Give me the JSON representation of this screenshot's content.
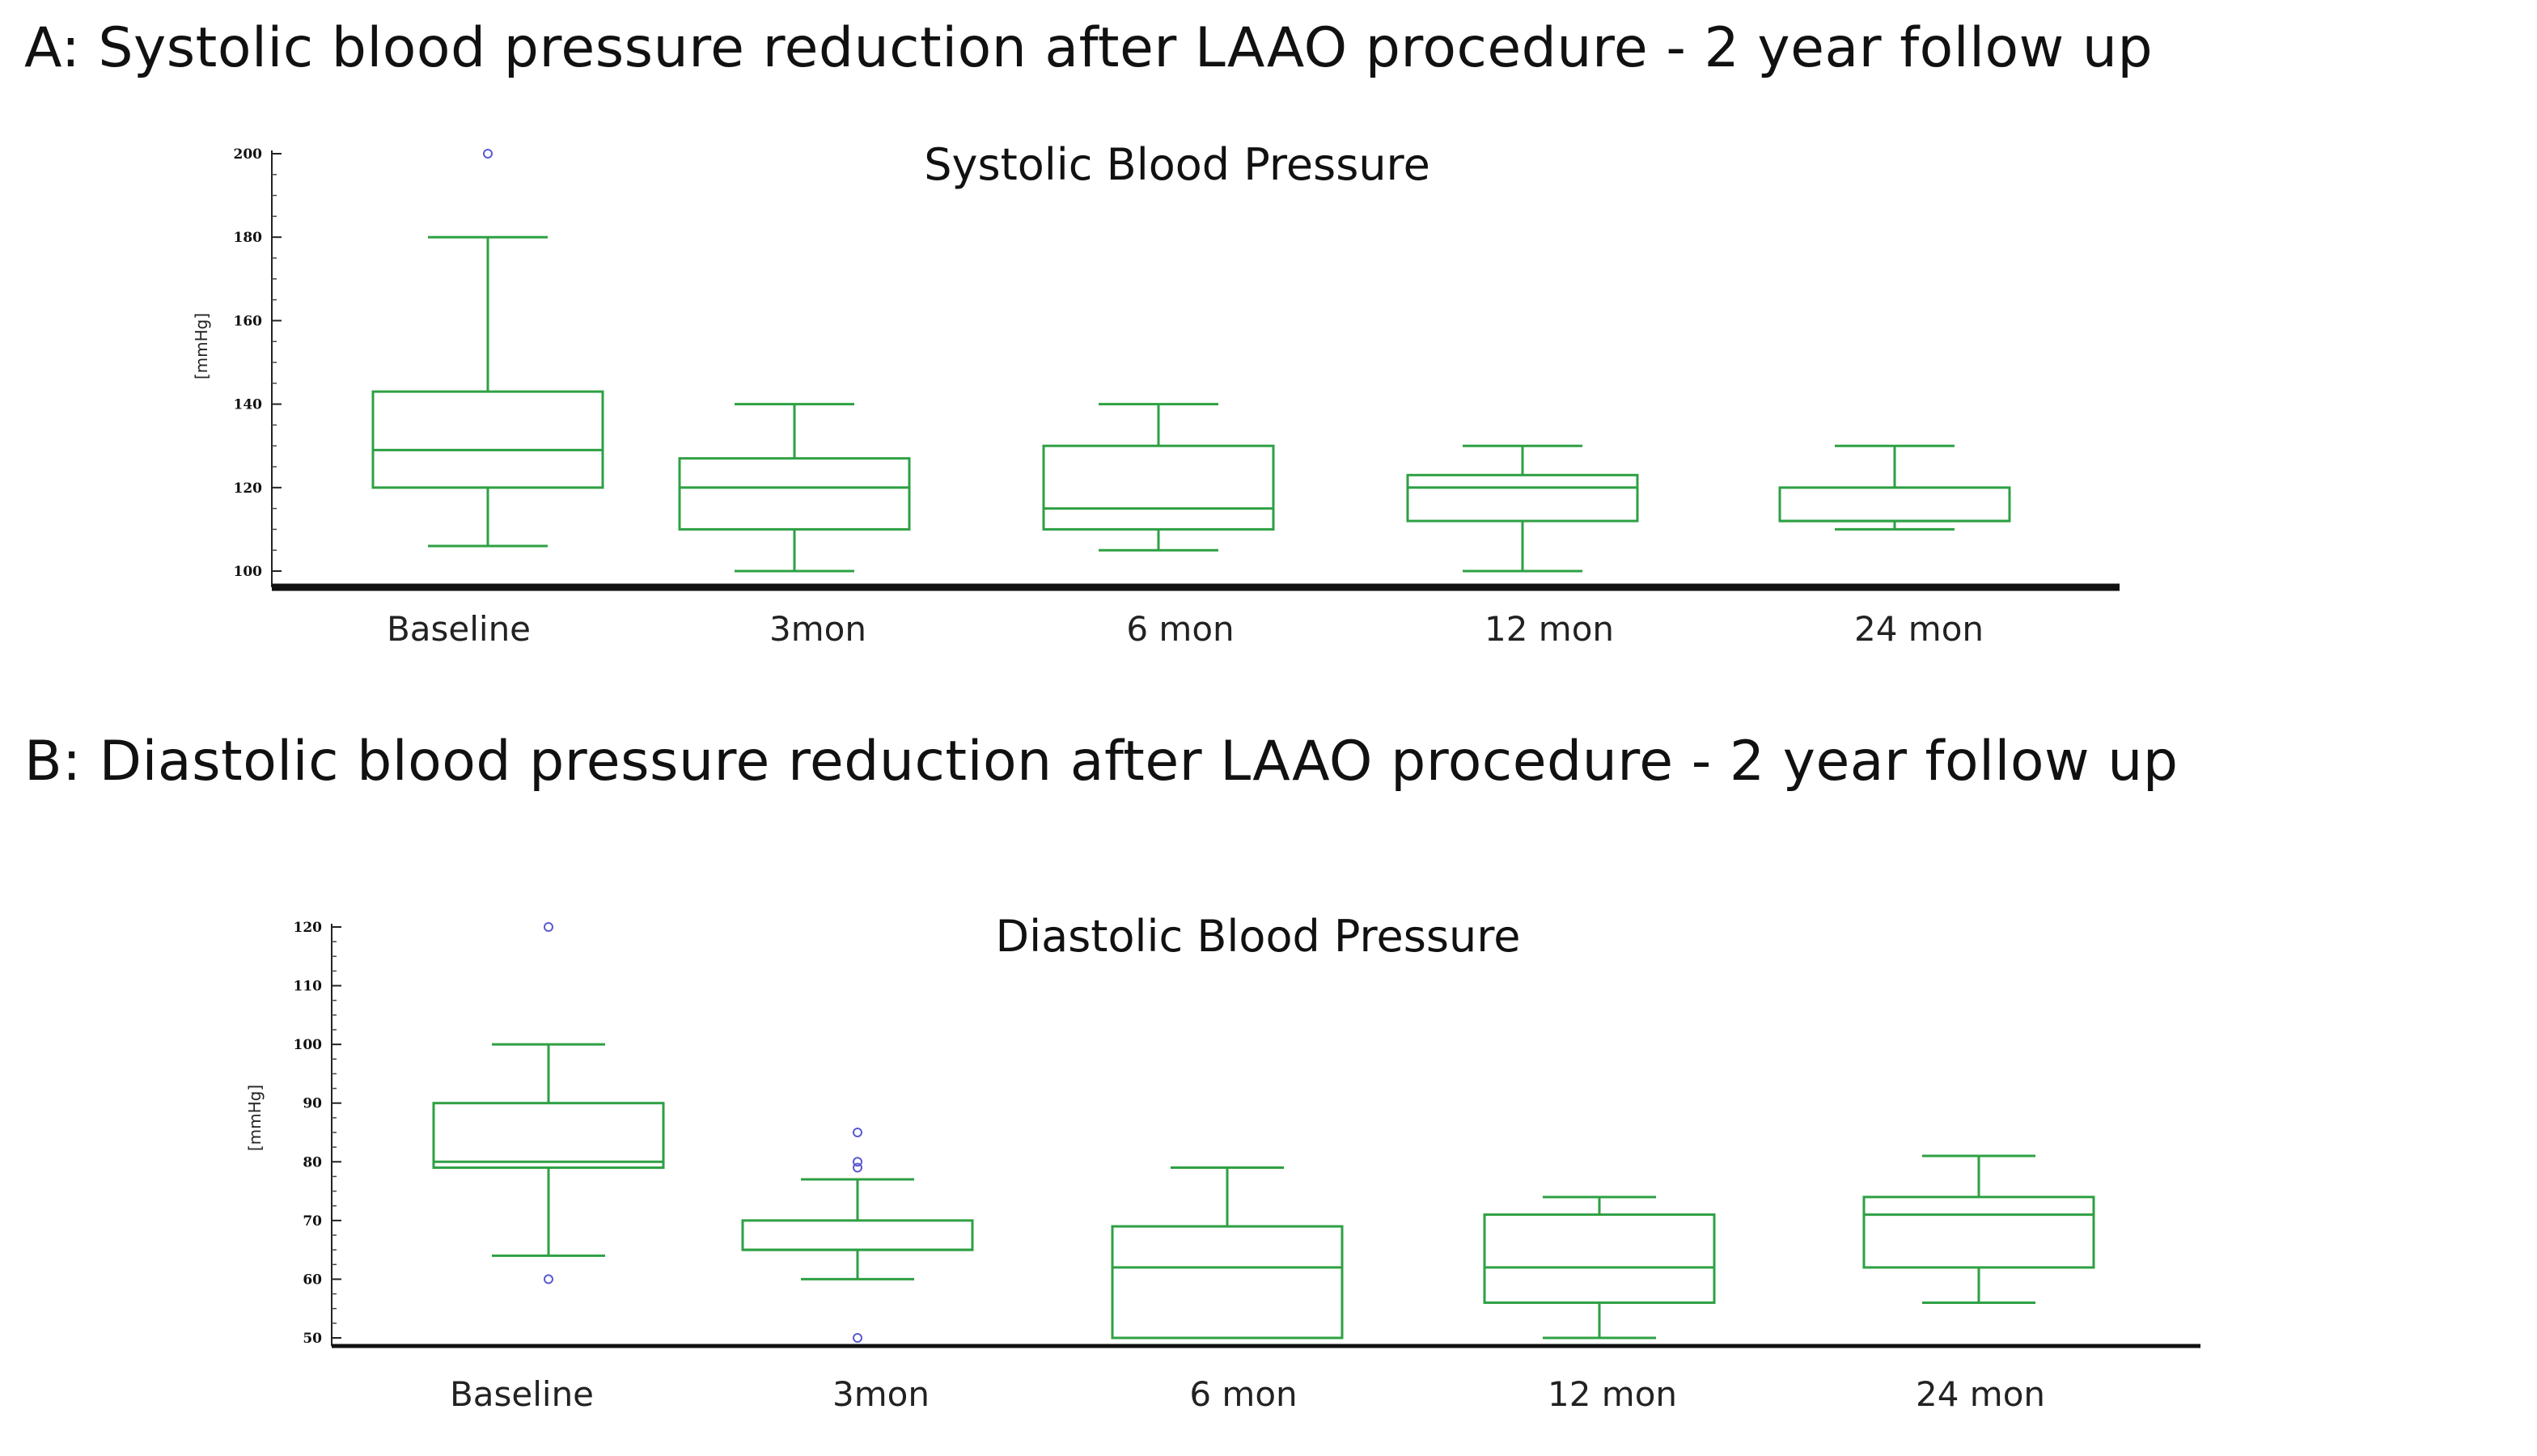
{
  "panels": [
    {
      "heading": "A: Systolic blood pressure reduction after LAAO procedure - 2 year follow up"
    },
    {
      "heading": "B: Diastolic blood pressure reduction after LAAO procedure - 2 year follow up"
    }
  ],
  "chart_data": [
    {
      "type": "box",
      "title": "Systolic Blood Pressure",
      "ylabel": "[mmHg]",
      "xlabel": "",
      "ylim": [
        100,
        200
      ],
      "yticks": [
        100,
        120,
        140,
        160,
        180,
        200
      ],
      "ytick_labels": [
        "100",
        "120",
        "140",
        "160",
        "180",
        "200"
      ],
      "categories": [
        "Baseline",
        "3mon",
        "6 mon",
        "12 mon",
        "24 mon"
      ],
      "boxes": [
        {
          "whisker_low": 106,
          "q1": 120,
          "median": 129,
          "q3": 143,
          "whisker_high": 180,
          "outliers": [
            200
          ]
        },
        {
          "whisker_low": 100,
          "q1": 110,
          "median": 120,
          "q3": 127,
          "whisker_high": 140,
          "outliers": []
        },
        {
          "whisker_low": 105,
          "q1": 110,
          "median": 115,
          "q3": 130,
          "whisker_high": 140,
          "outliers": []
        },
        {
          "whisker_low": 100,
          "q1": 112,
          "median": 120,
          "q3": 123,
          "whisker_high": 130,
          "outliers": []
        },
        {
          "whisker_low": 110,
          "q1": 112,
          "median": 112,
          "q3": 120,
          "whisker_high": 130,
          "outliers": []
        }
      ],
      "box_color": "#2ea043",
      "outlier_color": "#5a5acf"
    },
    {
      "type": "box",
      "title": "Diastolic Blood Pressure",
      "ylabel": "[mmHg]",
      "xlabel": "",
      "ylim": [
        50,
        120
      ],
      "yticks": [
        50,
        60,
        70,
        80,
        90,
        100,
        110,
        120
      ],
      "ytick_labels": [
        "50",
        "60",
        "70",
        "80",
        "90",
        "100",
        "110",
        "120"
      ],
      "categories": [
        "Baseline",
        "3mon",
        "6 mon",
        "12 mon",
        "24 mon"
      ],
      "boxes": [
        {
          "whisker_low": 64,
          "q1": 79,
          "median": 80,
          "q3": 90,
          "whisker_high": 100,
          "outliers": [
            120,
            60
          ]
        },
        {
          "whisker_low": 60,
          "q1": 65,
          "median": 65,
          "q3": 70,
          "whisker_high": 77,
          "outliers": [
            85,
            80,
            79,
            50
          ]
        },
        {
          "whisker_low": 50,
          "q1": 50,
          "median": 62,
          "q3": 69,
          "whisker_high": 79,
          "outliers": []
        },
        {
          "whisker_low": 50,
          "q1": 56,
          "median": 62,
          "q3": 71,
          "whisker_high": 74,
          "outliers": []
        },
        {
          "whisker_low": 56,
          "q1": 62,
          "median": 71,
          "q3": 74,
          "whisker_high": 81,
          "outliers": []
        }
      ],
      "box_color": "#2ea043",
      "outlier_color": "#5a5acf"
    }
  ]
}
